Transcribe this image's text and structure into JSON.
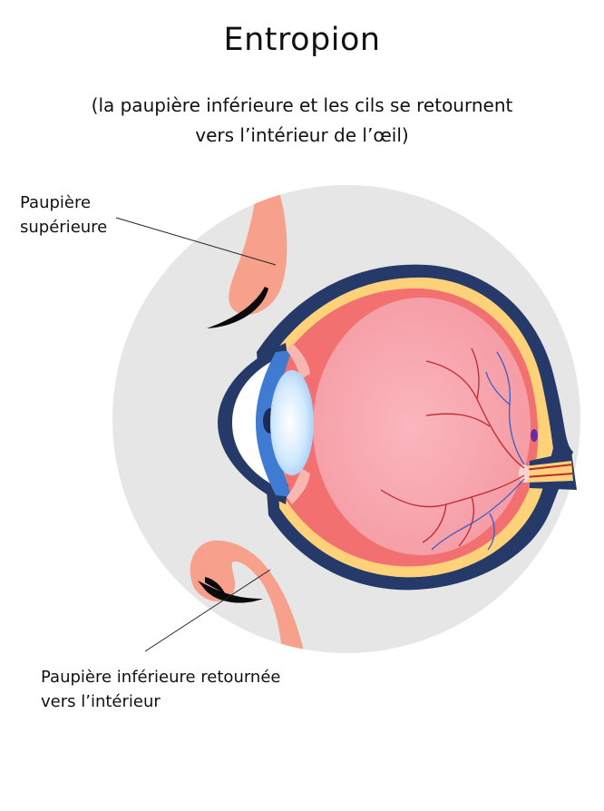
{
  "title": "Entropion",
  "subtitle": {
    "line1": "(la paupière inférieure et les cils se retournent",
    "line2": "vers l’intérieur de l’œil)"
  },
  "labels": {
    "upper_eyelid": {
      "line1": "Paupière",
      "line2": "supérieure"
    },
    "lower_eyelid": {
      "line1": "Paupière inférieure retournée",
      "line2": "vers l’intérieur"
    }
  },
  "colors": {
    "background_circle": "#e6e6e6",
    "eyelid_skin": "#f7a08c",
    "sclera_outline": "#253a68",
    "choroid": "#ffd27a",
    "retina_red": "#f2706f",
    "vitreous": "#f8a3ad",
    "iris": "#3f7bd0",
    "lens": "#c9e3fb",
    "eyelash": "#0a0a0a",
    "vessel_red": "#c0262e",
    "vessel_blue": "#3a5bc7"
  }
}
